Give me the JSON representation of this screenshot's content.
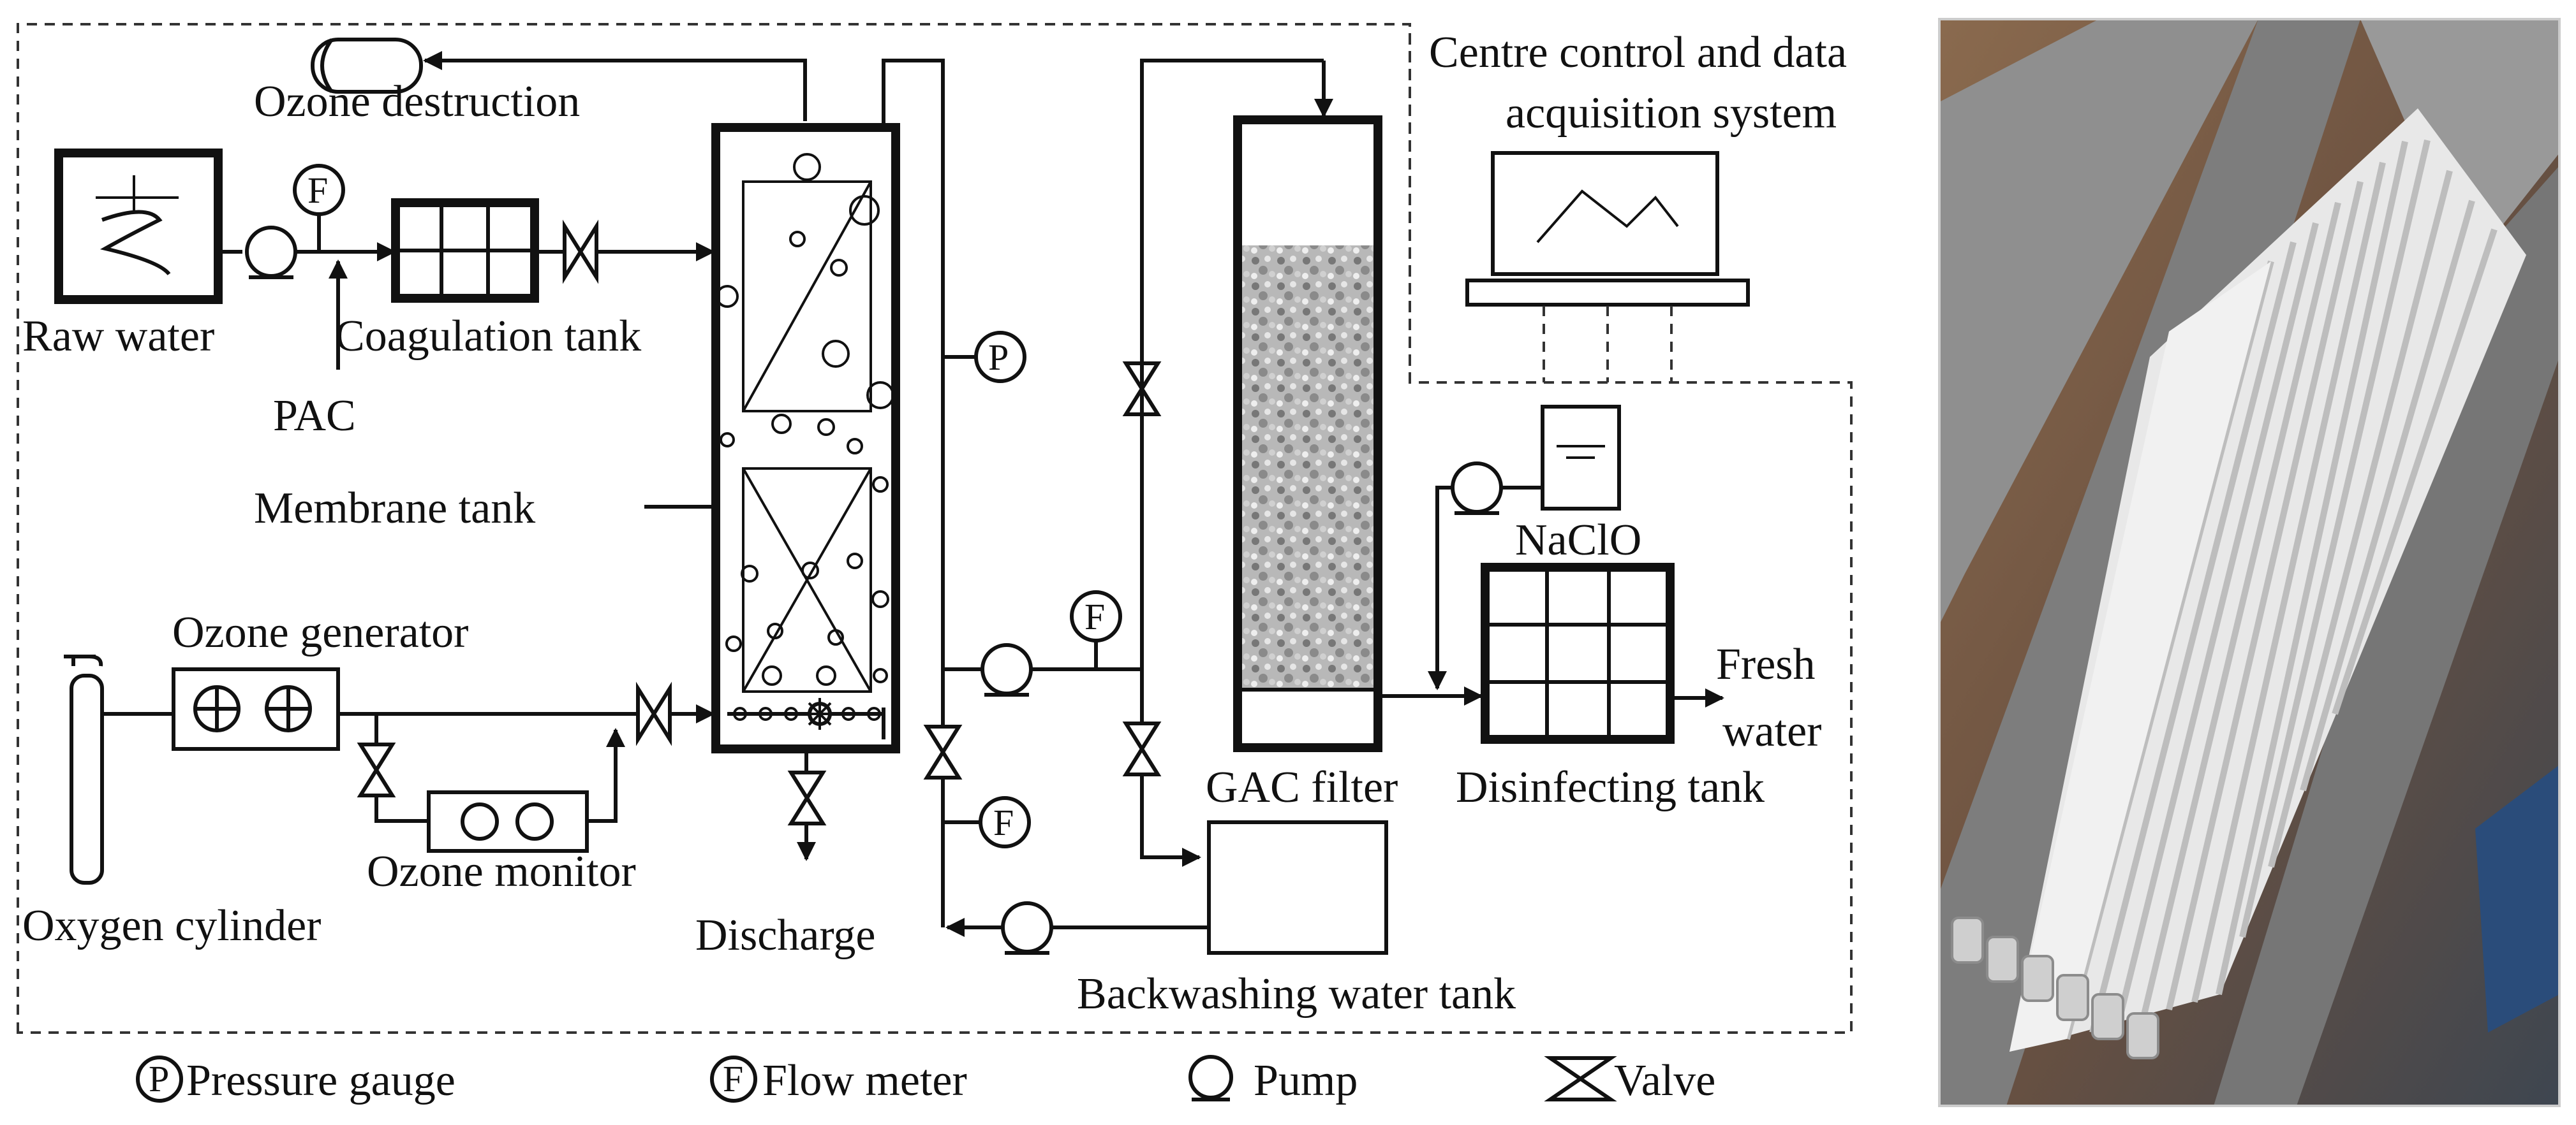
{
  "labels": {
    "ozone_destruction": "Ozone destruction",
    "raw_water": "Raw water",
    "pac": "PAC",
    "coagulation_tank": "Coagulation tank",
    "membrane_tank": "Membrane tank",
    "ozone_generator": "Ozone generator",
    "ozone_monitor": "Ozone monitor",
    "oxygen_cylinder": "Oxygen cylinder",
    "discharge": "Discharge",
    "gac_filter": "GAC filter",
    "backwashing_water_tank": "Backwashing water tank",
    "disinfecting_tank": "Disinfecting tank",
    "naclo": "NaClO",
    "fresh": "Fresh",
    "water": "water",
    "control_line1": "Centre control and data",
    "control_line2": "acquisition system"
  },
  "symbols": {
    "pressure_gauge": "P",
    "flow_meter": "F"
  },
  "legend": {
    "pressure_gauge": "Pressure gauge",
    "flow_meter": "Flow meter",
    "pump": "Pump",
    "valve": "Valve"
  },
  "colors": {
    "line": "#111111",
    "granular_media": "#9a9a9a",
    "photo_frame": "#6f6f6f",
    "photo_membrane": "#e9e9e9",
    "photo_background": "#7a5a40"
  }
}
